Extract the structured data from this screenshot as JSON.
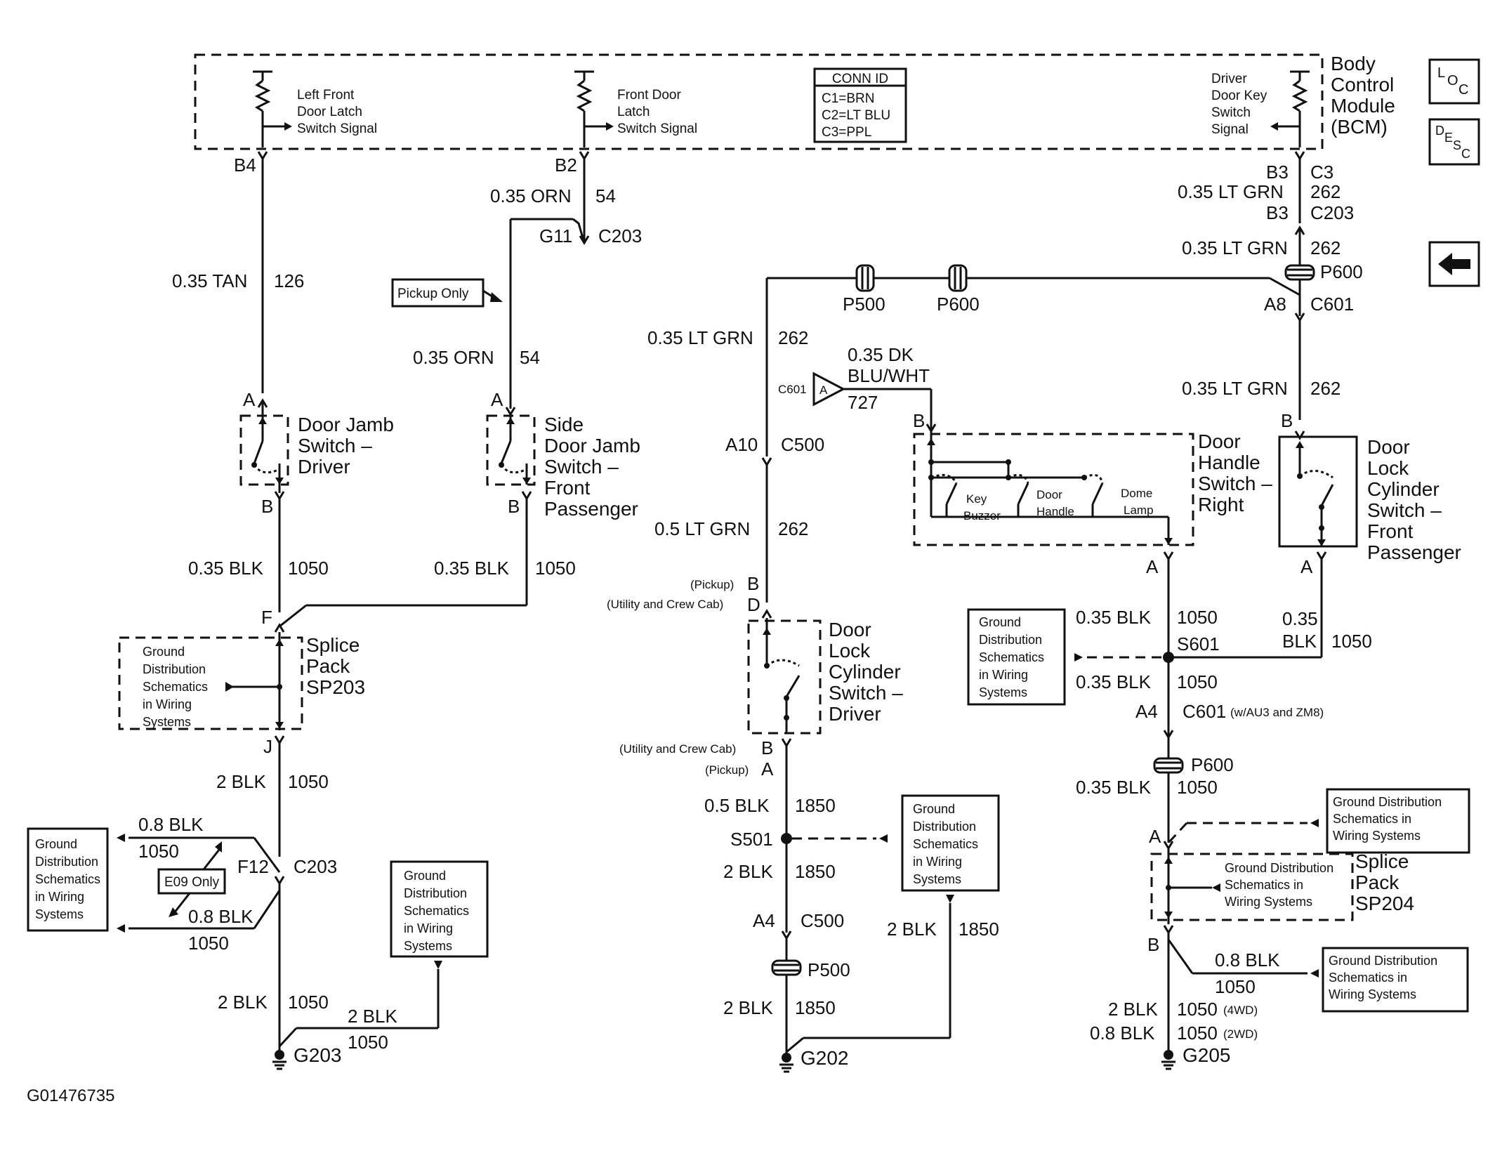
{
  "bcm": {
    "title": [
      "Body",
      "Control",
      "Module",
      "(BCM)"
    ],
    "inputs": {
      "left_front": [
        "Left Front",
        "Door Latch",
        "Switch Signal"
      ],
      "front_door": [
        "Front Door",
        "Latch",
        "Switch Signal"
      ],
      "driver_key": [
        "Driver",
        "Door Key",
        "Switch",
        "Signal"
      ]
    },
    "conn_id": {
      "title": "CONN ID",
      "rows": [
        "C1=BRN",
        "C2=LT BLU",
        "C3=PPL"
      ]
    }
  },
  "side_icons": {
    "loc": "LOC",
    "desc": "DESC",
    "back": "back-arrow"
  },
  "wires": {
    "tan": "0.35 TAN",
    "tan_ckt": "126",
    "orn": "0.35 ORN",
    "orn_ckt": "54",
    "ltgrn": "0.35 LT GRN",
    "ltgrn_ckt": "262",
    "ltgrn05": "0.5 LT GRN",
    "dkblu": [
      "0.35 DK",
      "BLU/WHT"
    ],
    "dkblu_ckt": "727",
    "blk035": "0.35 BLK",
    "blk_ckt": "1050",
    "blk08": "0.8 BLK",
    "blk2": "2 BLK",
    "blk05": "0.5 BLK",
    "ckt1850": "1850",
    "blk035_split": [
      "0.35",
      "BLK"
    ]
  },
  "pins": {
    "b4": "B4",
    "b2": "B2",
    "b3": "B3",
    "c3": "C3",
    "c203": "C203",
    "g11": "G11",
    "a": "A",
    "b": "B",
    "f": "F",
    "j": "J",
    "f12": "F12",
    "a10": "A10",
    "c500": "C500",
    "a8": "A8",
    "c601": "C601",
    "a4": "A4",
    "p500": "P500",
    "p600": "P600",
    "d": "D",
    "s501": "S501",
    "s601": "S601"
  },
  "notes": {
    "pickup_only": "Pickup Only",
    "e09_only": "E09 Only",
    "pickup_b": "(Pickup)",
    "utility_d": "(Utility and Crew Cab)",
    "utility_b": "(Utility and Crew Cab)",
    "pickup_a": "(Pickup)",
    "c601_opt": "(w/AU3 and ZM8)",
    "wd4": "(4WD)",
    "wd2": "(2WD)"
  },
  "components": {
    "jamb_driver": [
      "Door Jamb",
      "Switch –",
      "Driver"
    ],
    "jamb_side": [
      "Side",
      "Door Jamb",
      "Switch –",
      "Front",
      "Passenger"
    ],
    "splice203": [
      "Splice",
      "Pack",
      "SP203"
    ],
    "lock_driver": [
      "Door",
      "Lock",
      "Cylinder",
      "Switch –",
      "Driver"
    ],
    "handle_right": [
      "Door",
      "Handle",
      "Switch –",
      "Right"
    ],
    "handle_sub": {
      "key": [
        "Key",
        "Buzzer"
      ],
      "door": [
        "Door",
        "Handle"
      ],
      "dome": [
        "Dome",
        "Lamp"
      ]
    },
    "lock_pass": [
      "Door",
      "Lock",
      "Cylinder",
      "Switch –",
      "Front",
      "Passenger"
    ],
    "splice204": [
      "Splice",
      "Pack",
      "SP204"
    ],
    "c601_conn": "C601",
    "c601_pin": "A"
  },
  "grounds": {
    "g203": "G203",
    "g202": "G202",
    "g205": "G205"
  },
  "ground_dist": {
    "a": [
      "Ground",
      "Distribution",
      "Schematics",
      "in Wiring",
      "Systems"
    ],
    "b": [
      "Ground Distribution",
      "Schematics in",
      "Wiring Systems"
    ]
  },
  "figure_id": "G01476735"
}
